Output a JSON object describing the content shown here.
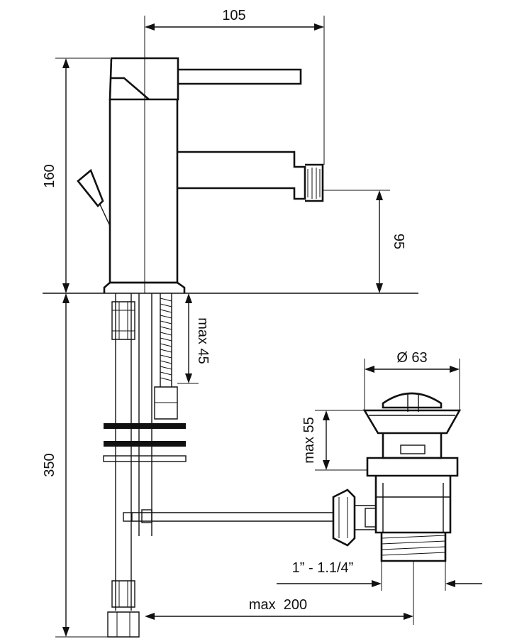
{
  "dimensions": {
    "spout_reach": "105",
    "faucet_height": "160",
    "outlet_height": "95",
    "max_45": "max 45",
    "diameter_63": "Ø 63",
    "max_55": "max 55",
    "under_counter": "350",
    "thread": "1” - 1.1/4”",
    "max_200": "max  200"
  }
}
